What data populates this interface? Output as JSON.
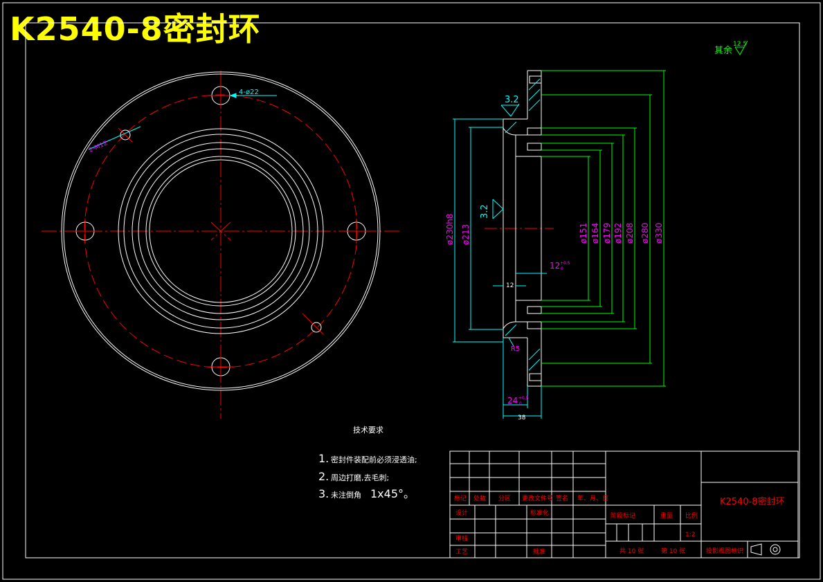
{
  "drawing": {
    "title": "K2540-8密封环",
    "roughness_rest": {
      "label": "其余",
      "value": "12.5"
    }
  },
  "front_view": {
    "hole_callout": "4-ø22",
    "thread_callout": "2-M12"
  },
  "section_view": {
    "roughness_top": "3.2",
    "roughness_mid": "3.2",
    "dims_left": [
      "ø230h8",
      "ø213"
    ],
    "dims_right": [
      "ø151",
      "ø164",
      "ø179",
      "ø192",
      "ø208",
      "ø280",
      "ø330"
    ],
    "groove_width": "12",
    "groove_tol": "+0.5",
    "groove_tol2": "0",
    "inner_step": "12",
    "radius": "R5",
    "step_depth": "24",
    "step_tol": "+0.5",
    "step_tol2": "0",
    "total_width": "38"
  },
  "tech_requirements": {
    "heading": "技术要求",
    "items": [
      {
        "num": "1.",
        "text": "密封件装配前必须浸透油;"
      },
      {
        "num": "2.",
        "text": "周边打磨,去毛刺;"
      },
      {
        "num": "3.",
        "text": "未注倒角",
        "suffix": "1x45°。"
      }
    ]
  },
  "title_block": {
    "header_row": [
      "标记",
      "处数",
      "分区",
      "更改文件号",
      "签名",
      "年、月、日"
    ],
    "design": "设计",
    "standardize": "标准化",
    "check": "审核",
    "process": "工艺",
    "approve": "批准",
    "stage_mark": "阶段标记",
    "weight": "重量",
    "scale": "比例",
    "scale_value": "1:2",
    "sheets_total": "共 10 张",
    "sheet_no": "第 10 张",
    "drawing_name": "K2540-8密封环",
    "projection": "投影视图标识"
  },
  "colors": {
    "outline": "#ffffff",
    "center": "#ff0000",
    "dimension": "#00ffff",
    "dim_text": "#ff00ff",
    "title": "#ffff00",
    "roughness": "#00ff00",
    "block_text": "#ff0000",
    "block_line": "#ffffff"
  }
}
